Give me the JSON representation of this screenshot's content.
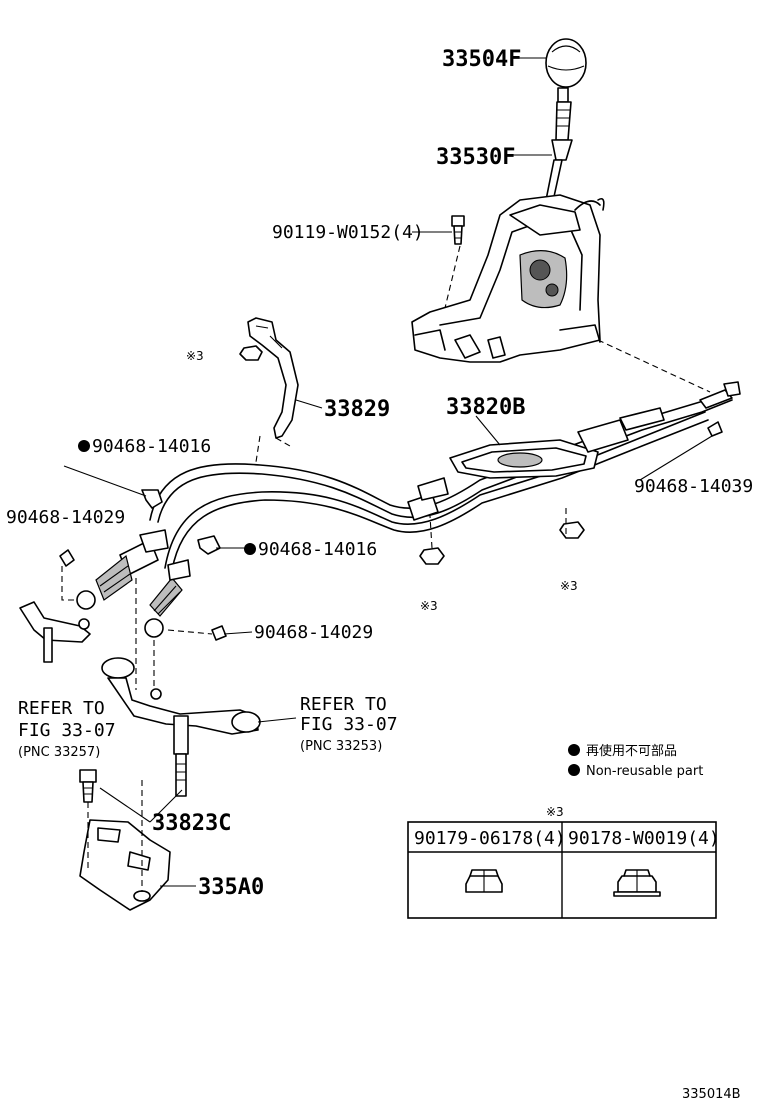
{
  "labels": {
    "p33504F": "33504F",
    "p33530F": "33530F",
    "p90119": "90119-W0152(4)",
    "p33829": "33829",
    "p33820B": "33820B",
    "p90468_14016_a": "90468-14016",
    "p90468_14016_b": "90468-14016",
    "p90468_14029_a": "90468-14029",
    "p90468_14029_b": "90468-14029",
    "p90468_14039": "90468-14039",
    "p33823C": "33823C",
    "p335A0": "335A0",
    "mark3_a": "※3",
    "mark3_b": "※3",
    "mark3_c": "※3",
    "mark3_table": "※3"
  },
  "refer_left": {
    "line1": "REFER TO",
    "line2": "FIG 33-07",
    "line3": "(PNC 33257)"
  },
  "refer_right": {
    "line1": "REFER TO",
    "line2": "FIG 33-07",
    "line3": "(PNC 33253)"
  },
  "legend": {
    "jp": "再使用不可部品",
    "en": "Non-reusable part"
  },
  "table": {
    "headers": [
      "90179-06178(4)",
      "90178-W0019(4)"
    ]
  },
  "figure_id": "335014B"
}
